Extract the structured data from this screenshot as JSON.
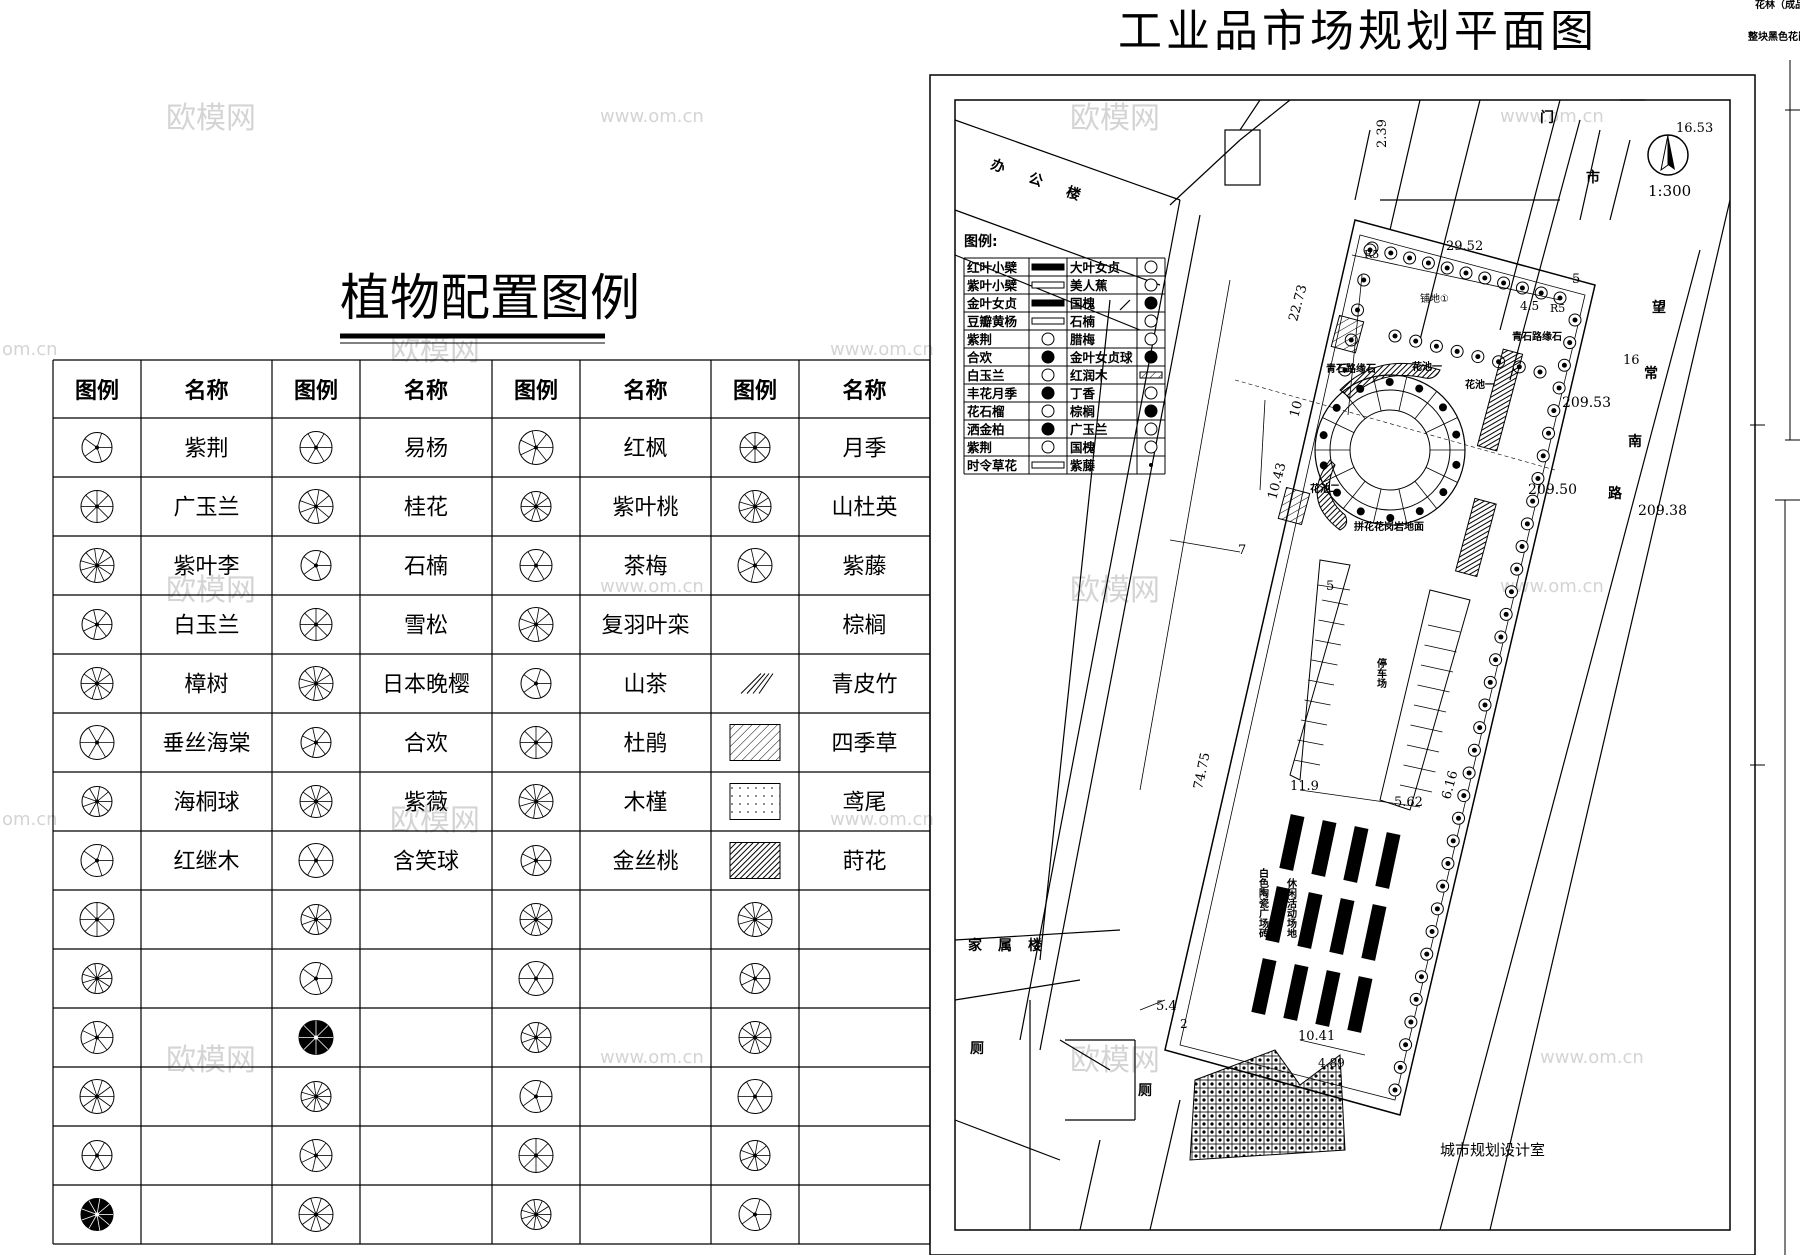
{
  "legend_panel": {
    "title": "植物配置图例",
    "headers": [
      "图例",
      "名称",
      "图例",
      "名称",
      "图例",
      "名称",
      "图例",
      "名称"
    ],
    "rows": [
      [
        "紫荆",
        "易杨",
        "红枫",
        "月季"
      ],
      [
        "广玉兰",
        "桂花",
        "紫叶桃",
        "山杜英"
      ],
      [
        "紫叶李",
        "石楠",
        "茶梅",
        "紫藤"
      ],
      [
        "白玉兰",
        "雪松",
        "复羽叶栾",
        "棕榈"
      ],
      [
        "樟树",
        "日本晚樱",
        "山茶",
        "青皮竹"
      ],
      [
        "垂丝海棠",
        "合欢",
        "杜鹃",
        "四季草"
      ],
      [
        "海桐球",
        "紫薇",
        "木槿",
        "鸢尾"
      ],
      [
        "红继木",
        "含笑球",
        "金丝桃",
        "莳花"
      ],
      [
        "",
        "",
        "",
        ""
      ],
      [
        "",
        "",
        "",
        ""
      ],
      [
        "",
        "",
        "",
        ""
      ],
      [
        "",
        "",
        "",
        ""
      ],
      [
        "",
        "",
        "",
        ""
      ],
      [
        "",
        "",
        "",
        ""
      ]
    ]
  },
  "plan": {
    "title": "工业品市场规划平面图",
    "scale": "1:300",
    "mini_legend_title": "图例:",
    "mini_legend": [
      [
        "红叶小檗",
        "大叶女贞"
      ],
      [
        "紫叶小檗",
        "美人蕉"
      ],
      [
        "金叶女贞",
        "国槐"
      ],
      [
        "豆瓣黄杨",
        "石楠"
      ],
      [
        "紫荆",
        "腊梅"
      ],
      [
        "合欢",
        "金叶女贞球"
      ],
      [
        "白玉兰",
        "红润木"
      ],
      [
        "丰花月季",
        "丁香"
      ],
      [
        "花石榴",
        "棕榈"
      ],
      [
        "洒金柏",
        "广玉兰"
      ],
      [
        "紫荆",
        "国槐"
      ],
      [
        "时令草花",
        "紫藤"
      ]
    ],
    "buildings": {
      "office": "办公楼",
      "dormitory": "家属楼",
      "toilet1": "厕",
      "toilet2": "厕"
    },
    "roads": {
      "men": "门",
      "shi": "市",
      "wang": "望",
      "chang": "常",
      "nan": "南",
      "lu": "路"
    },
    "labels": {
      "pudi": "铺地①",
      "qingshi1": "青石路缘石",
      "qingshi2": "青石路缘石",
      "huachi1": "花池一",
      "huachi2": "花池一",
      "huachi3": "花池二",
      "pinhua": "拼花花岗岩地面",
      "parking": "停车场",
      "plaza_left": "白色陶瓷广场砖",
      "plaza_right": "休闲活动场地",
      "studio": "城市规划设计室"
    },
    "dimensions": [
      "2.39",
      "16.53",
      "29.52",
      "5",
      "22.73",
      "4.5",
      "R5",
      "R5",
      "16",
      "10",
      "10.43",
      "7",
      "5",
      "74.75",
      "11.9",
      "5.62",
      "6.16",
      "5.4",
      "2",
      "10.41",
      "4.89",
      "209.53",
      "209.50",
      "209.38"
    ]
  },
  "right_edge": {
    "line1": "花林（成品",
    "line2": "整块黑色花岗"
  },
  "watermarks": {
    "main": "欧模网",
    "url": "www.om.cn",
    "om": "om.cn"
  }
}
